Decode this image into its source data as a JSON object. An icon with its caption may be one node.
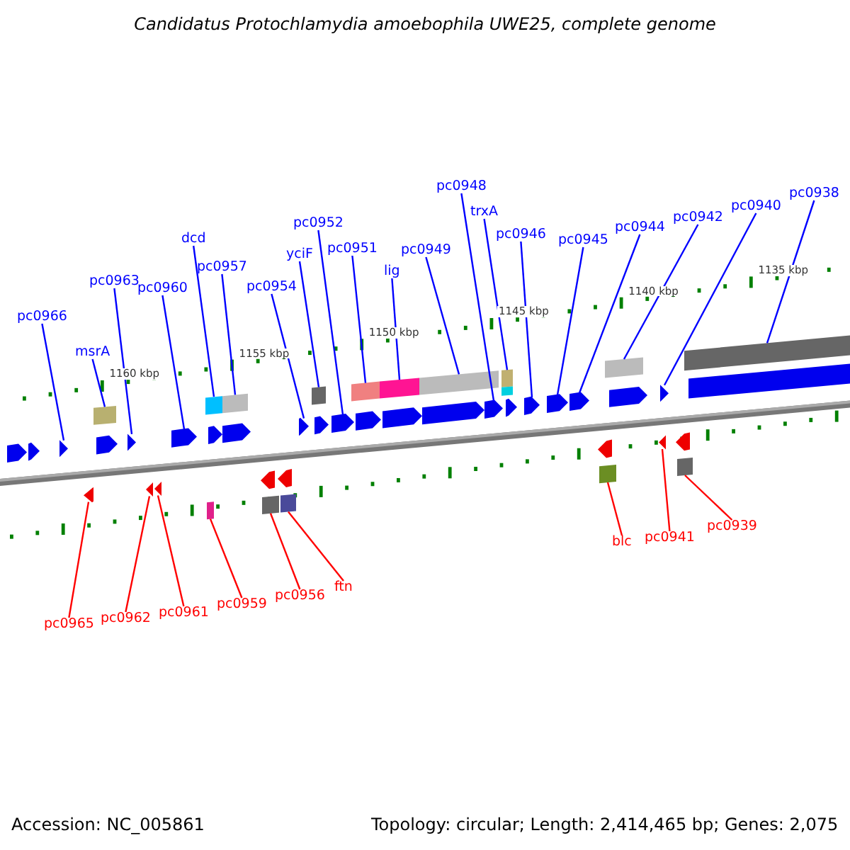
{
  "diagram": {
    "title": "Candidatus Protochlamydia amoebophila UWE25, complete genome",
    "nodes": [
      {
        "text": [
          "pc0966"
        ]
      },
      {
        "text": [
          "msrA"
        ]
      },
      {
        "text": [
          "pc0963"
        ]
      },
      {
        "text": [
          "pc0960"
        ]
      },
      {
        "text": [
          "dcd"
        ]
      },
      {
        "text": [
          "pc0957"
        ]
      },
      {
        "text": [
          "pc0954"
        ]
      },
      {
        "text": [
          "yciF"
        ]
      },
      {
        "text": [
          "pc0952"
        ]
      },
      {
        "text": [
          "pc0951"
        ]
      },
      {
        "text": [
          "lig"
        ]
      },
      {
        "text": [
          "pc0949"
        ]
      },
      {
        "text": [
          "pc0948"
        ]
      },
      {
        "text": [
          "trxA"
        ]
      },
      {
        "text": [
          "pc0946"
        ]
      },
      {
        "text": [
          "pc0945"
        ]
      },
      {
        "text": [
          "pc0944"
        ]
      },
      {
        "text": [
          "pc0942"
        ]
      },
      {
        "text": [
          "pc0940"
        ]
      },
      {
        "text": [
          "pc0938"
        ]
      },
      {
        "text": [
          "pc0965"
        ]
      },
      {
        "text": [
          "pc0962"
        ]
      },
      {
        "text": [
          "pc0961"
        ]
      },
      {
        "text": [
          "pc0959"
        ]
      },
      {
        "text": [
          "pc0956"
        ]
      },
      {
        "text": [
          "ftn"
        ]
      },
      {
        "text": [
          "blc"
        ]
      },
      {
        "text": [
          "pc0941"
        ]
      },
      {
        "text": [
          "pc0939"
        ]
      },
      {
        "text": [],
        "shape": "box"
      },
      {
        "text": [],
        "shape": "box"
      },
      {
        "text": [],
        "shape": "box"
      },
      {
        "text": [],
        "shape": "box"
      },
      {
        "text": [],
        "shape": "box"
      },
      {
        "text": [],
        "shape": "box"
      },
      {
        "text": [],
        "shape": "box"
      },
      {
        "text": [],
        "shape": "box"
      },
      {
        "text": [],
        "shape": "box"
      },
      {
        "text": [],
        "shape": "box"
      },
      {
        "text": [],
        "shape": "box"
      },
      {
        "text": [],
        "shape": "box"
      },
      {
        "text": [],
        "shape": "box"
      },
      {
        "text": [],
        "shape": "box"
      },
      {
        "text": [],
        "shape": "box"
      },
      {
        "text": [],
        "shape": "box"
      },
      {
        "text": [],
        "shape": "box"
      },
      {
        "text": [],
        "shape": "box"
      },
      {
        "text": [],
        "shape": "box"
      },
      {
        "text": [],
        "shape": "bar"
      },
      {
        "text": [],
        "shape": "box"
      },
      {
        "text": [],
        "shape": "box"
      },
      {
        "text": [],
        "shape": "box"
      },
      {
        "text": [],
        "shape": "box"
      },
      {
        "text": [],
        "shape": "box"
      },
      {
        "text": [],
        "shape": "box"
      },
      {
        "text": [],
        "shape": "box"
      },
      {
        "text": [],
        "shape": "box"
      },
      {
        "text": [],
        "shape": "box"
      },
      {
        "text": [],
        "shape": "box"
      },
      {
        "text": [],
        "shape": "box"
      },
      {
        "text": [],
        "shape": "box"
      },
      {
        "text": [],
        "shape": "box"
      },
      {
        "text": [],
        "shape": "box"
      },
      {
        "text": [],
        "shape": "box"
      },
      {
        "text": [],
        "shape": "box"
      },
      {
        "text": [],
        "shape": "box"
      },
      {
        "text": [],
        "shape": "box"
      },
      {
        "text": [],
        "shape": "box"
      },
      {
        "text": [],
        "shape": "box"
      },
      {
        "text": [],
        "shape": "bar"
      },
      {
        "text": [],
        "shape": "box"
      },
      {
        "text": [],
        "shape": "box"
      },
      {
        "text": [],
        "shape": "box"
      },
      {
        "text": [],
        "shape": "box"
      },
      {
        "text": [],
        "shape": "box"
      }
    ],
    "edges": [
      {
        "from": 0,
        "to": 29,
        "arrow": "none"
      },
      {
        "from": 1,
        "to": 30,
        "arrow": "none"
      },
      {
        "from": 2,
        "to": 31,
        "arrow": "none"
      },
      {
        "from": 3,
        "to": 32,
        "arrow": "none"
      },
      {
        "from": 4,
        "to": 33,
        "arrow": "none"
      },
      {
        "from": 5,
        "to": 34,
        "arrow": "none"
      },
      {
        "from": 6,
        "to": 35,
        "arrow": "none"
      },
      {
        "from": 7,
        "to": 36,
        "arrow": "none"
      },
      {
        "from": 8,
        "to": 37,
        "arrow": "none"
      },
      {
        "from": 9,
        "to": 38,
        "arrow": "none"
      },
      {
        "from": 10,
        "to": 39,
        "arrow": "none"
      },
      {
        "from": 11,
        "to": 40,
        "arrow": "none"
      },
      {
        "from": 12,
        "to": 41,
        "arrow": "none"
      },
      {
        "from": 13,
        "to": 42,
        "arrow": "none"
      },
      {
        "from": 14,
        "to": 43,
        "arrow": "none"
      },
      {
        "from": 15,
        "to": 44,
        "arrow": "none"
      },
      {
        "from": 16,
        "to": 45,
        "arrow": "none"
      },
      {
        "from": 17,
        "to": 46,
        "arrow": "none"
      },
      {
        "from": 18,
        "to": 47,
        "arrow": "none"
      },
      {
        "from": 19,
        "to": 48,
        "arrow": "none"
      },
      {
        "from": 20,
        "to": 49,
        "arrow": "none",
        "color": "#ff0000"
      },
      {
        "from": 21,
        "to": 50,
        "arrow": "none",
        "color": "#ff0000"
      },
      {
        "from": 22,
        "to": 51,
        "arrow": "none",
        "color": "#ff0000"
      },
      {
        "from": 23,
        "to": 52,
        "arrow": "none",
        "color": "#ff0000"
      },
      {
        "from": 24,
        "to": 53,
        "arrow": "none",
        "color": "#ff0000"
      },
      {
        "from": 25,
        "to": 54,
        "arrow": "none",
        "color": "#ff0000"
      },
      {
        "from": 26,
        "to": 55,
        "arrow": "none",
        "color": "#ff0000"
      },
      {
        "from": 27,
        "to": 56,
        "arrow": "none",
        "color": "#ff0000"
      },
      {
        "from": 28,
        "to": 57,
        "arrow": "none",
        "color": "#ff0000"
      }
    ],
    "labels": [
      "1135 kbp",
      "1140 kbp",
      "1145 kbp",
      "1150 kbp",
      "1155 kbp",
      "1160 kbp",
      "Accession: NC_005861",
      "Topology: circular; Length: 2,414,465 bp; Genes: 2,075"
    ]
  }
}
